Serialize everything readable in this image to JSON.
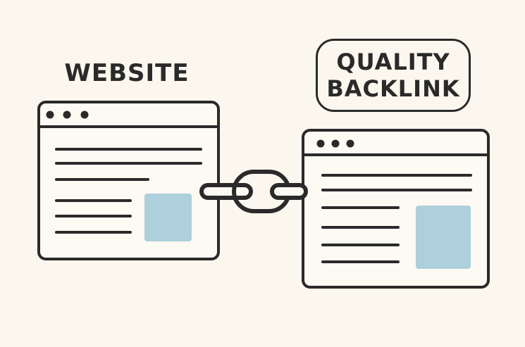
{
  "labels": {
    "website": "WEBSITE",
    "quality_line1": "QUALITY",
    "quality_line2": "BACKLINK"
  },
  "colors": {
    "background": "#fbf7ee",
    "stroke": "#2a2a2a",
    "image_block": "#aecfdc",
    "window_fill": "#fdfaf3"
  }
}
